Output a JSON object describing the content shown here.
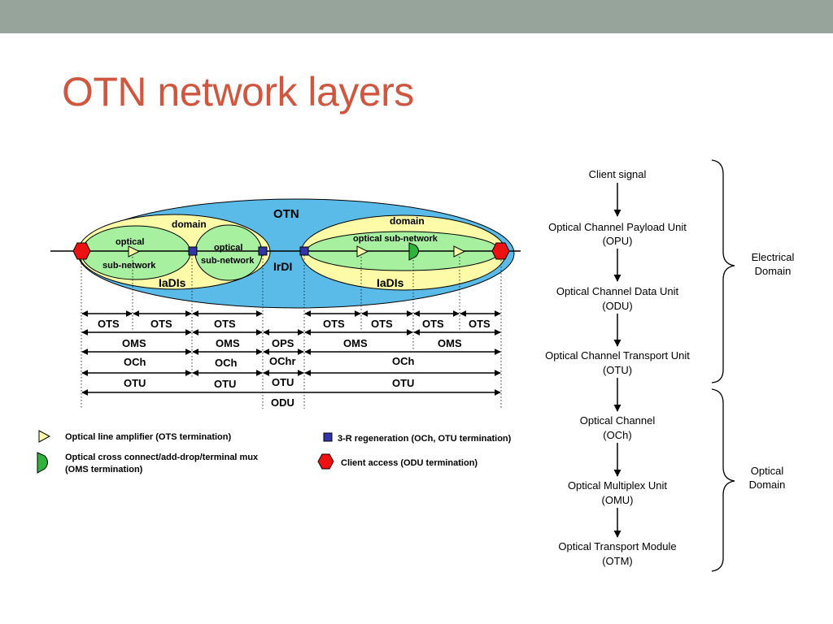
{
  "slide": {
    "title": "OTN network layers",
    "colors": {
      "title": "#d0573f",
      "topbar": "#97a49c",
      "otn_cloud": "#5bbbe8",
      "domain": "#fdfaa8",
      "subnetwork": "#a6f0a0",
      "client": "#ee1111",
      "regen": "#3333aa",
      "oxc": "#2fb33b"
    }
  },
  "network": {
    "otn": "OTN",
    "irdi": "IrDI",
    "left": {
      "domain": "domain",
      "sub1_line1": "optical",
      "sub1_line2": "sub-network",
      "sub2_line1": "optical",
      "sub2_line2": "sub-network",
      "iadi": "IaDIs"
    },
    "right": {
      "domain": "domain",
      "sub": "optical sub-network",
      "iadi": "IaDIs"
    }
  },
  "layers": {
    "ots": "OTS",
    "oms": "OMS",
    "och": "OCh",
    "otu": "OTU",
    "ops": "OPS",
    "ochr": "OChr",
    "odu": "ODU"
  },
  "legend": {
    "amplifier": "Optical line amplifier (OTS termination)",
    "oxc_line1": "Optical cross connect/add-drop/terminal mux",
    "oxc_line2": "(OMS termination)",
    "regen": "3-R regeneration (OCh, OTU termination)",
    "client": "Client access (ODU termination)"
  },
  "hierarchy": {
    "client_signal": "Client signal",
    "opu_name": "Optical Channel Payload Unit",
    "opu_abbr": "(OPU)",
    "odu_name": "Optical Channel Data Unit",
    "odu_abbr": "(ODU)",
    "otu_name": "Optical Channel Transport Unit",
    "otu_abbr": "(OTU)",
    "och_name": "Optical Channel",
    "och_abbr": "(OCh)",
    "omu_name": "Optical Multiplex Unit",
    "omu_abbr": "(OMU)",
    "otm_name": "Optical Transport Module",
    "otm_abbr": "(OTM)",
    "electrical_line1": "Electrical",
    "electrical_line2": "Domain",
    "optical_line1": "Optical",
    "optical_line2": "Domain"
  }
}
